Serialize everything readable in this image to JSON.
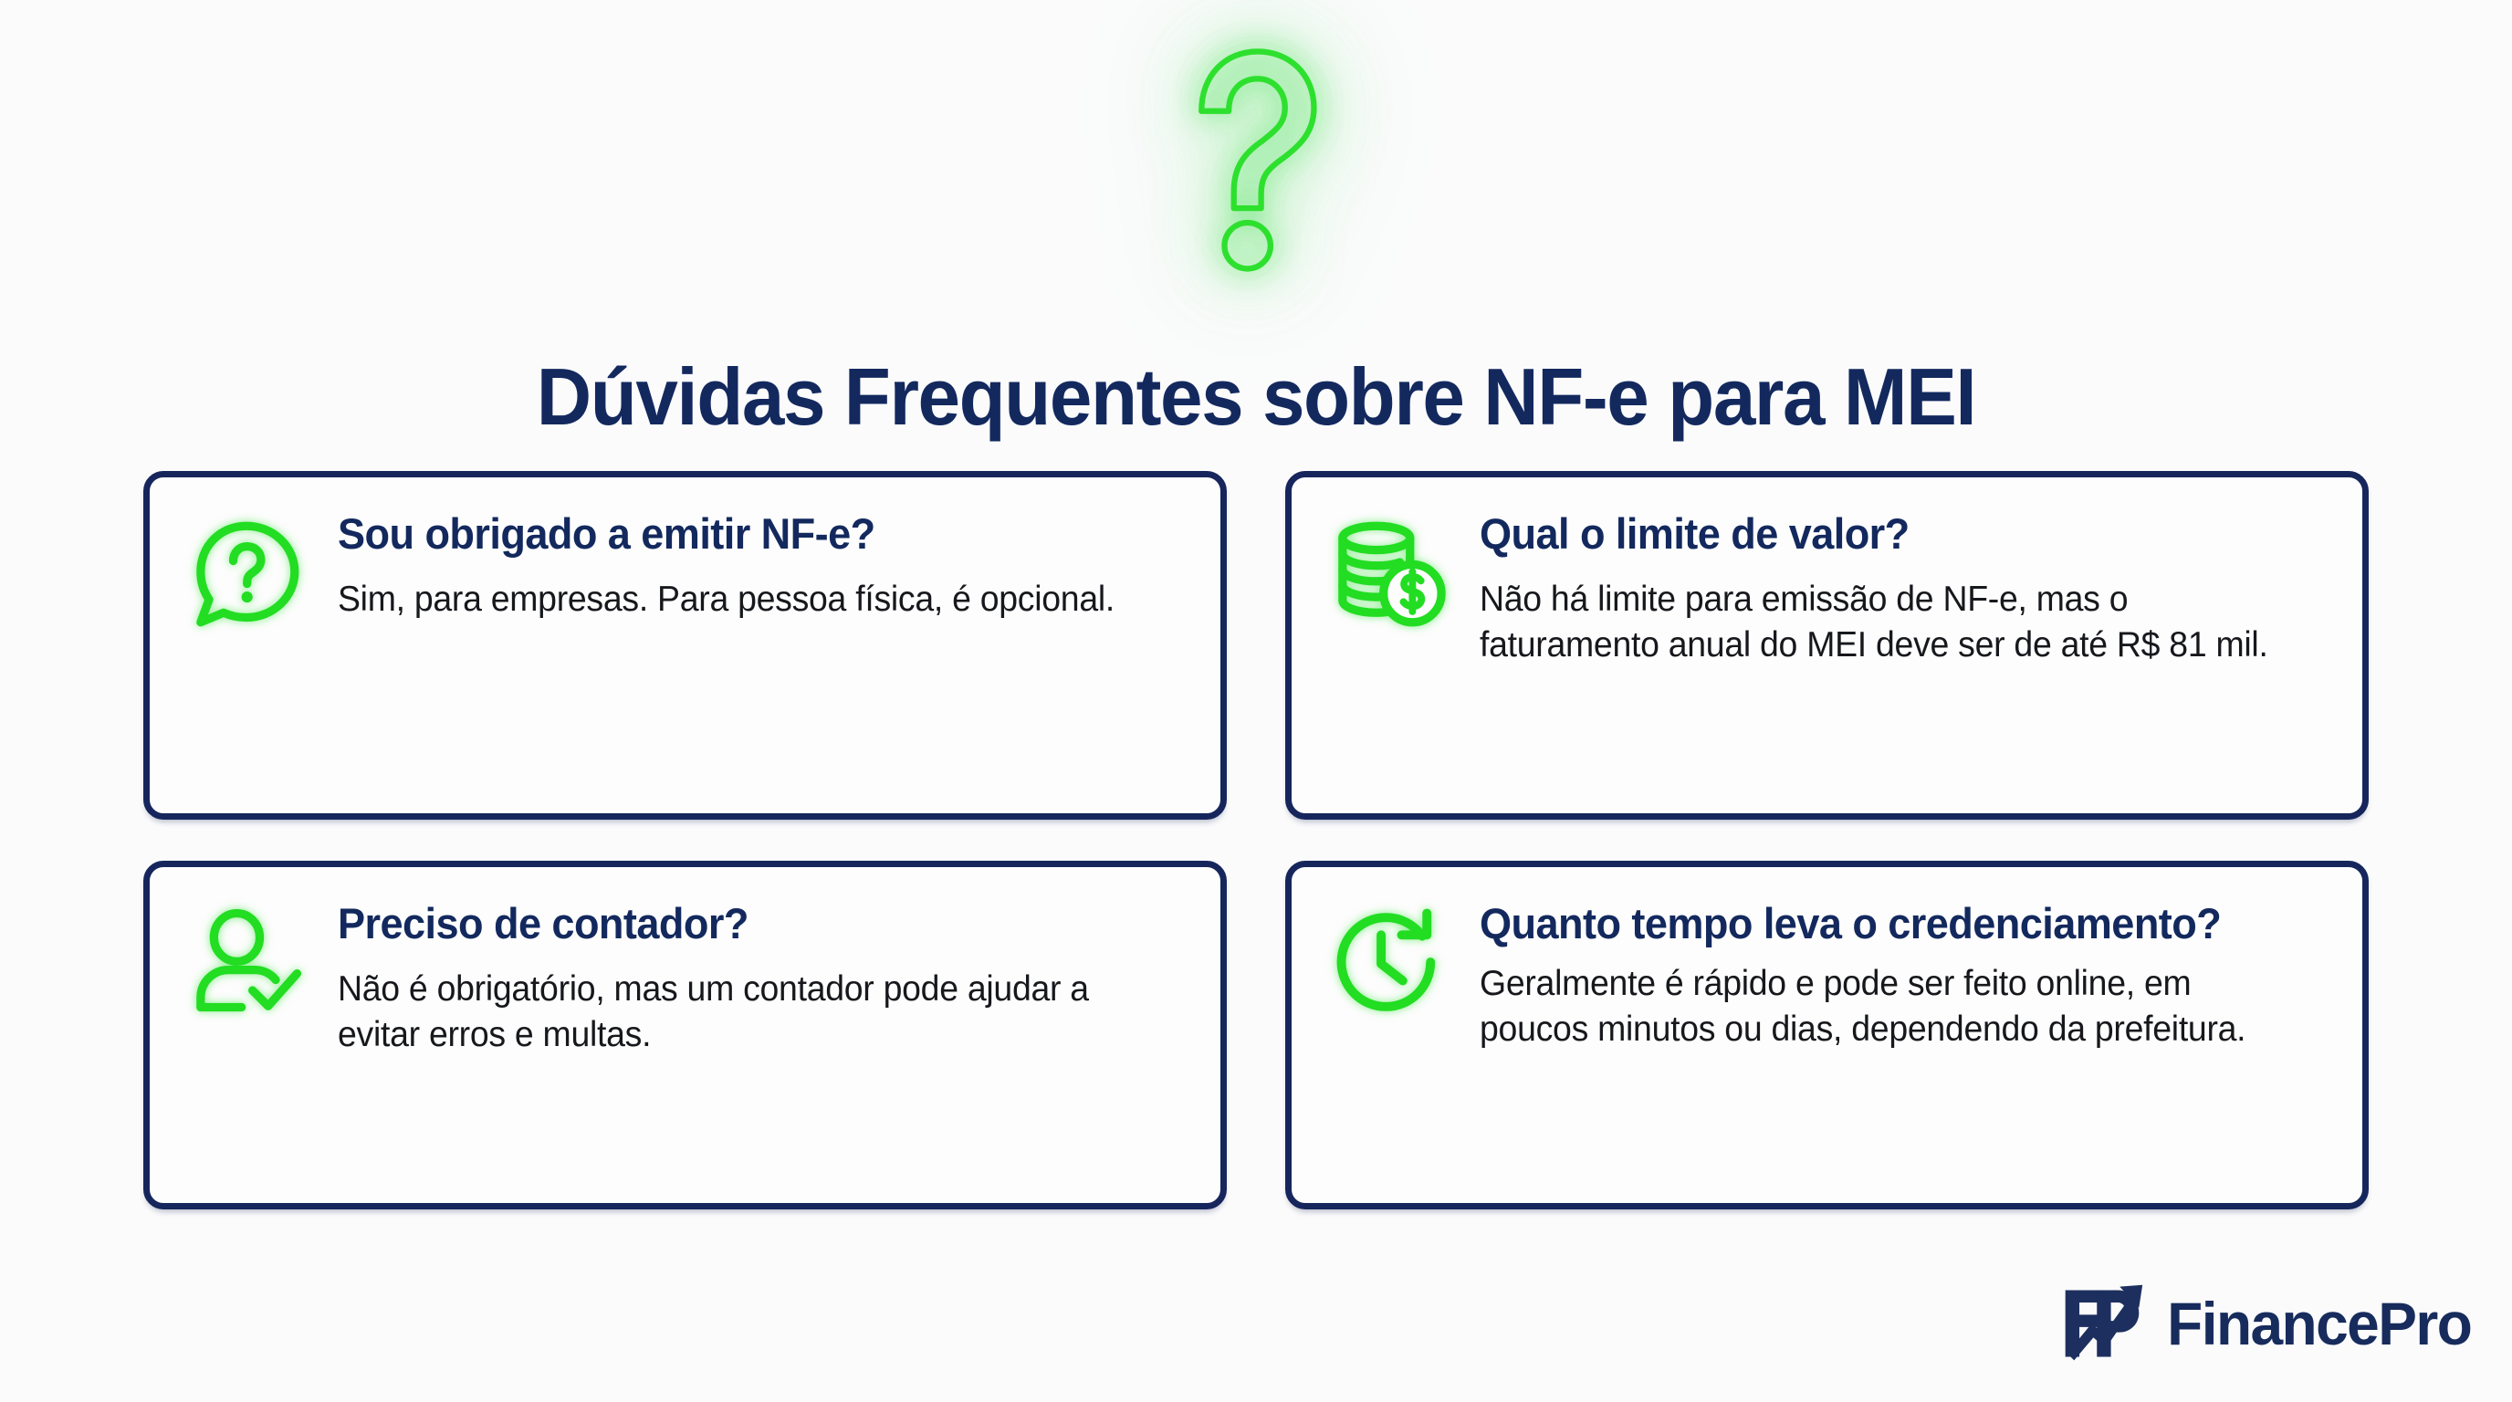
{
  "page": {
    "title": "Dúvidas Frequentes sobre NF-e para MEI",
    "background_color": "#fbfbfc",
    "accent_green": "#22dd22",
    "navy": "#13295e"
  },
  "hero": {
    "icon": "question-mark-neon-icon"
  },
  "cards": [
    {
      "icon": "speech-bubble-question-icon",
      "title": "Sou obrigado a emitir NF-e?",
      "text": "Sim, para empresas. Para pessoa física, é opcional."
    },
    {
      "icon": "coins-dollar-icon",
      "title": "Qual o limite de valor?",
      "text": "Não há limite para emissão de NF-e, mas o faturamento anual do MEI deve ser de até R$ 81 mil."
    },
    {
      "icon": "person-check-icon",
      "title": "Preciso de contador?",
      "text": "Não é obrigatório, mas um contador pode ajudar a evitar erros e multas."
    },
    {
      "icon": "clock-arrow-icon",
      "title": "Quanto tempo leva o credenciamento?",
      "text": "Geralmente é rápido e pode ser feito online, em poucos minutos ou dias, dependendo da prefeitura."
    }
  ],
  "brand": {
    "name": "FinancePro",
    "mark": "fp-arrow-monogram-icon"
  }
}
